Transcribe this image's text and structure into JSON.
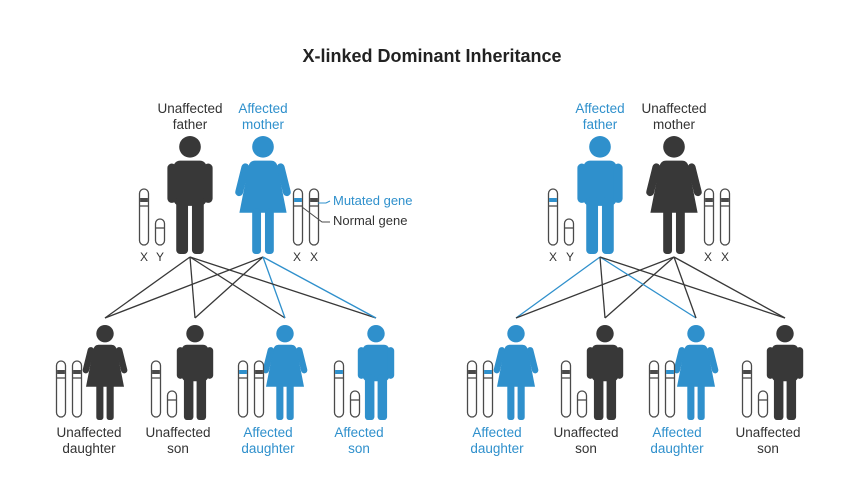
{
  "title": "X-linked Dominant Inheritance",
  "colors": {
    "affected": "#2f90cc",
    "unaffected": "#383838",
    "mutated_band": "#2f90cc",
    "chromosome_fill": "#ffffff",
    "chromosome_stroke": "#4a4a4a"
  },
  "legend": {
    "mutated": "Mutated gene",
    "normal": "Normal gene"
  },
  "chromosome_labels": {
    "x": "X",
    "y": "Y"
  },
  "panels": [
    {
      "parents": [
        {
          "label1": "Unaffected",
          "label2": "father",
          "sex": "male",
          "affected": false
        },
        {
          "label1": "Affected",
          "label2": "mother",
          "sex": "female",
          "affected": true
        }
      ],
      "children": [
        {
          "label1": "Unaffected",
          "label2": "daughter",
          "sex": "female",
          "affected": false
        },
        {
          "label1": "Unaffected",
          "label2": "son",
          "sex": "male",
          "affected": false
        },
        {
          "label1": "Affected",
          "label2": "daughter",
          "sex": "female",
          "affected": true
        },
        {
          "label1": "Affected",
          "label2": "son",
          "sex": "male",
          "affected": true
        }
      ]
    },
    {
      "parents": [
        {
          "label1": "Affected",
          "label2": "father",
          "sex": "male",
          "affected": true
        },
        {
          "label1": "Unaffected",
          "label2": "mother",
          "sex": "female",
          "affected": false
        }
      ],
      "children": [
        {
          "label1": "Affected",
          "label2": "daughter",
          "sex": "female",
          "affected": true
        },
        {
          "label1": "Unaffected",
          "label2": "son",
          "sex": "male",
          "affected": false
        },
        {
          "label1": "Affected",
          "label2": "daughter",
          "sex": "female",
          "affected": true
        },
        {
          "label1": "Unaffected",
          "label2": "son",
          "sex": "male",
          "affected": false
        }
      ]
    }
  ]
}
